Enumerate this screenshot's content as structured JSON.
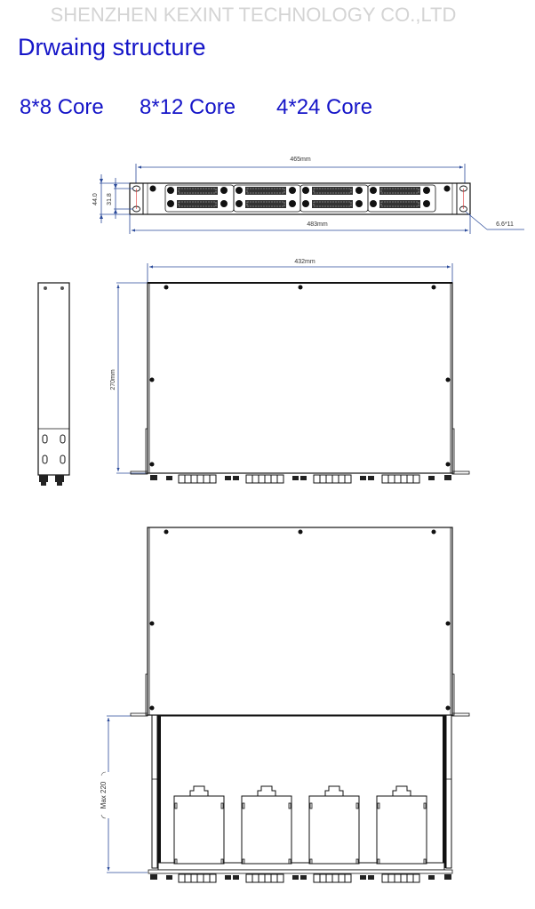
{
  "header": {
    "company": "SHENZHEN KEXINT TECHNOLOGY CO.,LTD",
    "title": "Drwaing structure"
  },
  "core_options": [
    {
      "label": "8*8 Core"
    },
    {
      "label": "8*12 Core"
    },
    {
      "label": "4*24 Core"
    }
  ],
  "front_view": {
    "dim_inner_width": "465mm",
    "dim_outer_width": "483mm",
    "dim_height": "44.0",
    "dim_hole_spacing": "31.8",
    "dim_slot": "6.6*11"
  },
  "top_view": {
    "dim_width": "432mm",
    "dim_depth": "270mm"
  },
  "extended_view": {
    "dim_extension": "Max 220"
  },
  "colors": {
    "title_blue": "#1515c8",
    "company_gray": "#d4d4d4",
    "dimension_blue": "#2a4a9a",
    "line_black": "#111111"
  }
}
